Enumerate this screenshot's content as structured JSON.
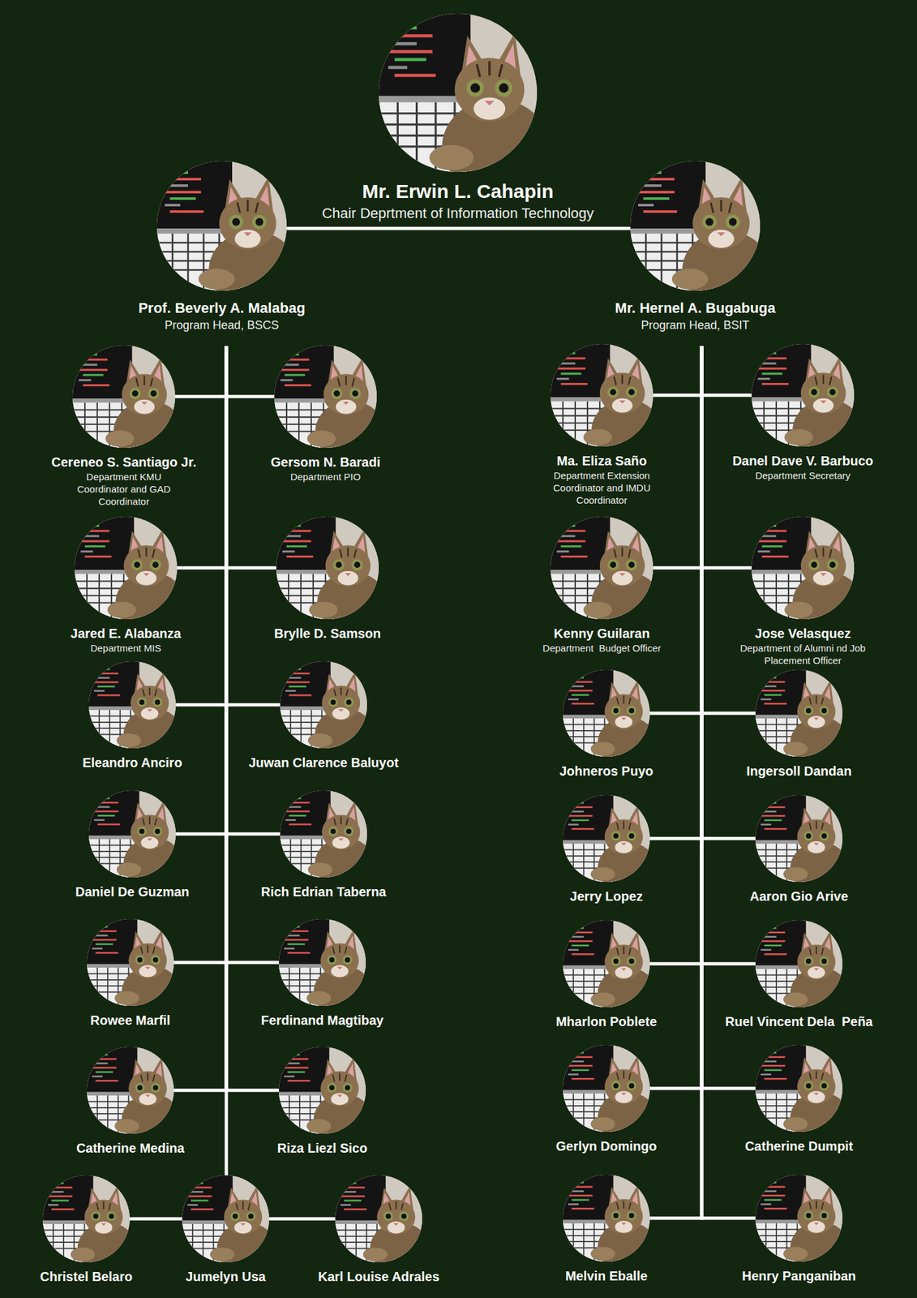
{
  "diagram": {
    "nodes": [
      {
        "text": [
          "Mr. Erwin L. Cahapin",
          "Chair Deprtment of Information Technology"
        ]
      },
      {
        "text": [
          "Prof. Beverly A. Malabag",
          "Program Head, BSCS"
        ]
      },
      {
        "text": [
          "Mr. Hernel A. Bugabuga",
          "Program Head, BSIT"
        ]
      },
      {
        "text": [
          "Cereneo S. Santiago Jr.",
          "Department KMU Coordinator and GAD Coordinator"
        ]
      },
      {
        "text": [
          "Gersom N. Baradi",
          "Department PIO"
        ]
      },
      {
        "text": [
          "Jared E. Alabanza",
          "Department MIS"
        ]
      },
      {
        "text": [
          "Brylle D. Samson"
        ]
      },
      {
        "text": [
          "Eleandro Anciro"
        ]
      },
      {
        "text": [
          "Juwan Clarence Baluyot"
        ]
      },
      {
        "text": [
          "Daniel De Guzman"
        ]
      },
      {
        "text": [
          "Rich Edrian Taberna"
        ]
      },
      {
        "text": [
          "Rowee Marfil"
        ]
      },
      {
        "text": [
          "Ferdinand Magtibay"
        ]
      },
      {
        "text": [
          "Catherine Medina"
        ]
      },
      {
        "text": [
          "Riza Liezl Sico"
        ]
      },
      {
        "text": [
          "Christel Belaro"
        ]
      },
      {
        "text": [
          "Jumelyn Usa"
        ]
      },
      {
        "text": [
          "Karl Louise Adrales"
        ]
      },
      {
        "text": [
          "Ma. Eliza Saño",
          "Department Extension Coordinator and IMDU Coordinator"
        ]
      },
      {
        "text": [
          "Danel Dave V. Barbuco",
          "Department Secretary"
        ]
      },
      {
        "text": [
          "Kenny Guilaran",
          "Department  Budget Officer"
        ]
      },
      {
        "text": [
          "Jose Velasquez",
          "Department of Alumni nd Job Placement Officer"
        ]
      },
      {
        "text": [
          "Johneros Puyo"
        ]
      },
      {
        "text": [
          "Ingersoll Dandan"
        ]
      },
      {
        "text": [
          "Jerry Lopez"
        ]
      },
      {
        "text": [
          "Aaron Gio Arive"
        ]
      },
      {
        "text": [
          "Mharlon Poblete"
        ]
      },
      {
        "text": [
          "Ruel Vincent Dela  Peña"
        ]
      },
      {
        "text": [
          "Gerlyn Domingo"
        ]
      },
      {
        "text": [
          "Catherine Dumpit"
        ]
      },
      {
        "text": [
          "Melvin Eballe"
        ]
      },
      {
        "text": [
          "Henry Panganiban"
        ]
      }
    ],
    "edges": [
      {
        "from": 1,
        "to": 2,
        "arrow": "none"
      },
      {
        "from": 1,
        "to": 3,
        "arrow": "none"
      },
      {
        "from": 1,
        "to": 4,
        "arrow": "none"
      },
      {
        "from": 1,
        "to": 5,
        "arrow": "none"
      },
      {
        "from": 1,
        "to": 6,
        "arrow": "none"
      },
      {
        "from": 1,
        "to": 7,
        "arrow": "none"
      },
      {
        "from": 1,
        "to": 8,
        "arrow": "none"
      },
      {
        "from": 1,
        "to": 9,
        "arrow": "none"
      },
      {
        "from": 1,
        "to": 10,
        "arrow": "none"
      },
      {
        "from": 1,
        "to": 11,
        "arrow": "none"
      },
      {
        "from": 1,
        "to": 12,
        "arrow": "none"
      },
      {
        "from": 1,
        "to": 13,
        "arrow": "none"
      },
      {
        "from": 1,
        "to": 14,
        "arrow": "none"
      },
      {
        "from": 1,
        "to": 16,
        "arrow": "none"
      },
      {
        "from": 16,
        "to": 15,
        "arrow": "none"
      },
      {
        "from": 16,
        "to": 17,
        "arrow": "none"
      },
      {
        "from": 2,
        "to": 18,
        "arrow": "none"
      },
      {
        "from": 2,
        "to": 19,
        "arrow": "none"
      },
      {
        "from": 2,
        "to": 20,
        "arrow": "none"
      },
      {
        "from": 2,
        "to": 21,
        "arrow": "none"
      },
      {
        "from": 2,
        "to": 22,
        "arrow": "none"
      },
      {
        "from": 2,
        "to": 23,
        "arrow": "none"
      },
      {
        "from": 2,
        "to": 24,
        "arrow": "none"
      },
      {
        "from": 2,
        "to": 25,
        "arrow": "none"
      },
      {
        "from": 2,
        "to": 26,
        "arrow": "none"
      },
      {
        "from": 2,
        "to": 27,
        "arrow": "none"
      },
      {
        "from": 2,
        "to": 28,
        "arrow": "none"
      },
      {
        "from": 2,
        "to": 29,
        "arrow": "none"
      },
      {
        "from": 2,
        "to": 30,
        "arrow": "none"
      },
      {
        "from": 2,
        "to": 31,
        "arrow": "none"
      }
    ]
  }
}
